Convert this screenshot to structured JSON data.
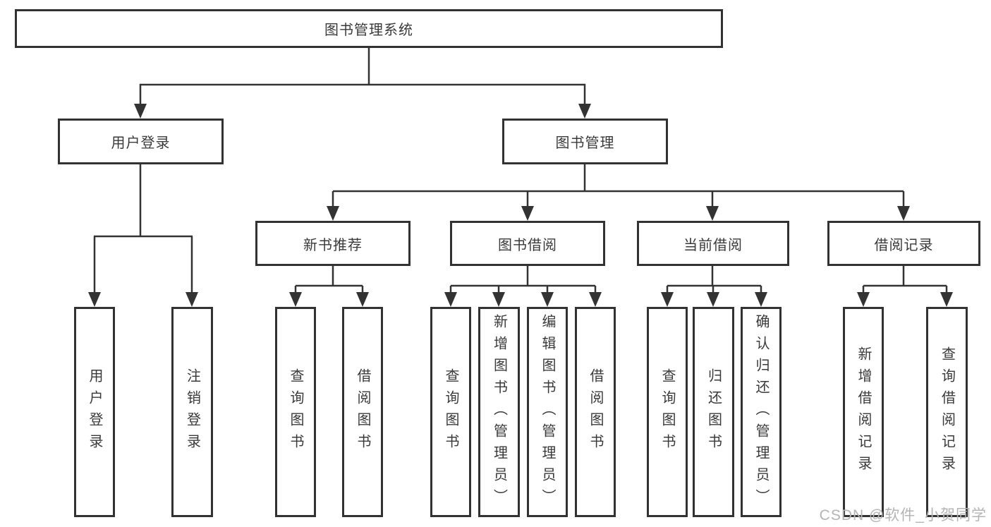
{
  "diagram": {
    "title": "图书管理系统",
    "root": {
      "label": "图书管理系统"
    },
    "level2": [
      {
        "label": "用户登录"
      },
      {
        "label": "图书管理"
      }
    ],
    "level3": [
      {
        "label": "新书推荐"
      },
      {
        "label": "图书借阅"
      },
      {
        "label": "当前借阅"
      },
      {
        "label": "借阅记录"
      }
    ],
    "leaves": {
      "user_login": [
        "用户登录",
        "注销登录"
      ],
      "new_book": [
        "查询图书",
        "借阅图书"
      ],
      "book_borrow": [
        "查询图书",
        "新增图书（管理员）",
        "编辑图书（管理员）",
        "借阅图书"
      ],
      "current_borrow": [
        "查询图书",
        "归还图书",
        "确认归还（管理员）"
      ],
      "borrow_record": [
        "新增借阅记录",
        "查询借阅记录"
      ]
    },
    "line_color": "#333333",
    "text_color": "#3a3a3a"
  },
  "watermark": {
    "text": "CSDN @软件_小贺同学",
    "color": "#b4b4b4"
  }
}
